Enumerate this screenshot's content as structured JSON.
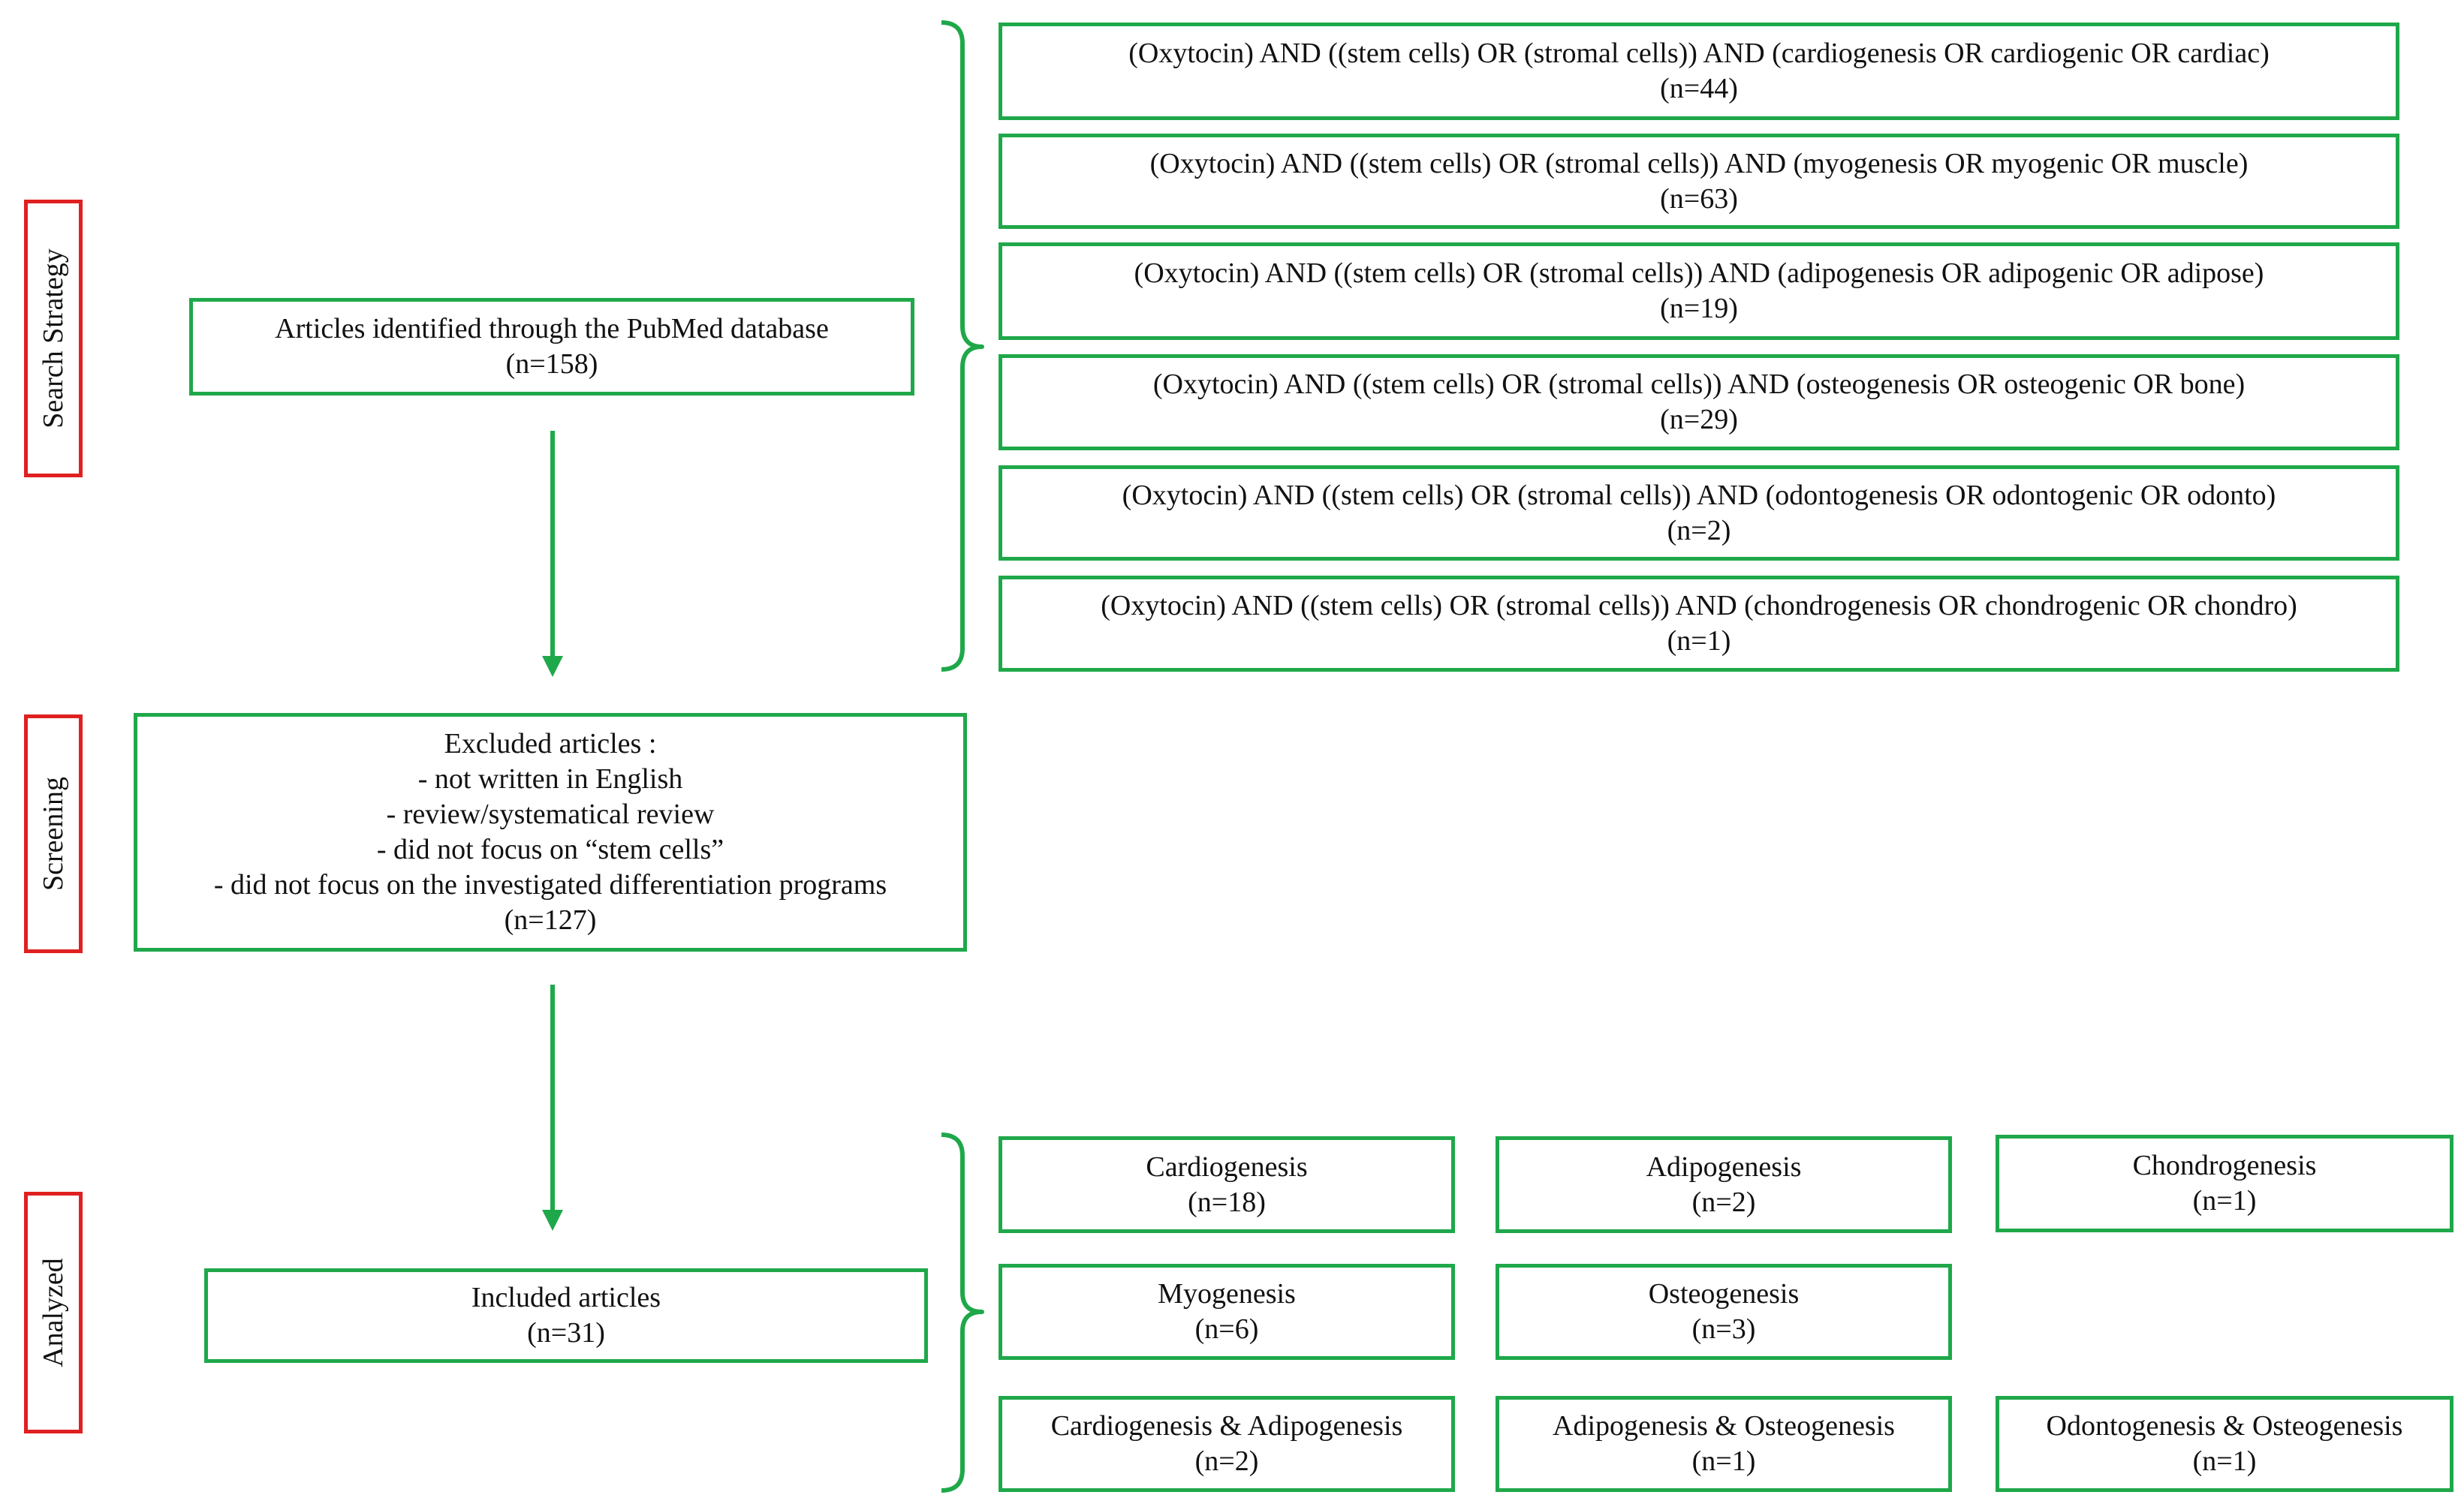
{
  "stages": {
    "search": "Search Strategy",
    "screening": "Screening",
    "analyzed": "Analyzed"
  },
  "identified": {
    "title": "Articles identified through the PubMed database",
    "count": "(n=158)"
  },
  "queries": [
    {
      "text": "(Oxytocin) AND ((stem cells) OR (stromal cells)) AND (cardiogenesis OR cardiogenic OR cardiac)",
      "count": "(n=44)"
    },
    {
      "text": "(Oxytocin) AND ((stem cells) OR (stromal cells)) AND (myogenesis OR myogenic OR muscle)",
      "count": "(n=63)"
    },
    {
      "text": "(Oxytocin) AND ((stem cells) OR (stromal cells)) AND (adipogenesis OR adipogenic OR adipose)",
      "count": "(n=19)"
    },
    {
      "text": "(Oxytocin) AND ((stem cells) OR (stromal cells)) AND (osteogenesis OR osteogenic OR bone)",
      "count": "(n=29)"
    },
    {
      "text": "(Oxytocin) AND ((stem cells) OR (stromal cells)) AND (odontogenesis OR odontogenic OR odonto)",
      "count": "(n=2)"
    },
    {
      "text": "(Oxytocin) AND ((stem cells) OR (stromal cells)) AND (chondrogenesis OR chondrogenic OR chondro)",
      "count": "(n=1)"
    }
  ],
  "excluded": {
    "title": "Excluded articles :",
    "reasons": [
      "- not written in English",
      "- review/systematical review",
      "- did not focus on “stem cells”",
      "- did not focus on the investigated differentiation programs"
    ],
    "count": "(n=127)"
  },
  "included": {
    "title": "Included articles",
    "count": "(n=31)"
  },
  "categories": [
    {
      "label": "Cardiogenesis",
      "count": "(n=18)"
    },
    {
      "label": "Adipogenesis",
      "count": "(n=2)"
    },
    {
      "label": "Chondrogenesis",
      "count": "(n=1)"
    },
    {
      "label": "Myogenesis",
      "count": "(n=6)"
    },
    {
      "label": "Osteogenesis",
      "count": "(n=3)"
    },
    {
      "label": "Cardiogenesis & Adipogenesis",
      "count": "(n=2)"
    },
    {
      "label": "Adipogenesis & Osteogenesis",
      "count": "(n=1)"
    },
    {
      "label": "Odontogenesis & Osteogenesis",
      "count": "(n=1)"
    }
  ],
  "colors": {
    "box_border": "#1fa84a",
    "stage_border": "#e02020",
    "arrow": "#1fa84a",
    "brace": "#1fa84a"
  }
}
